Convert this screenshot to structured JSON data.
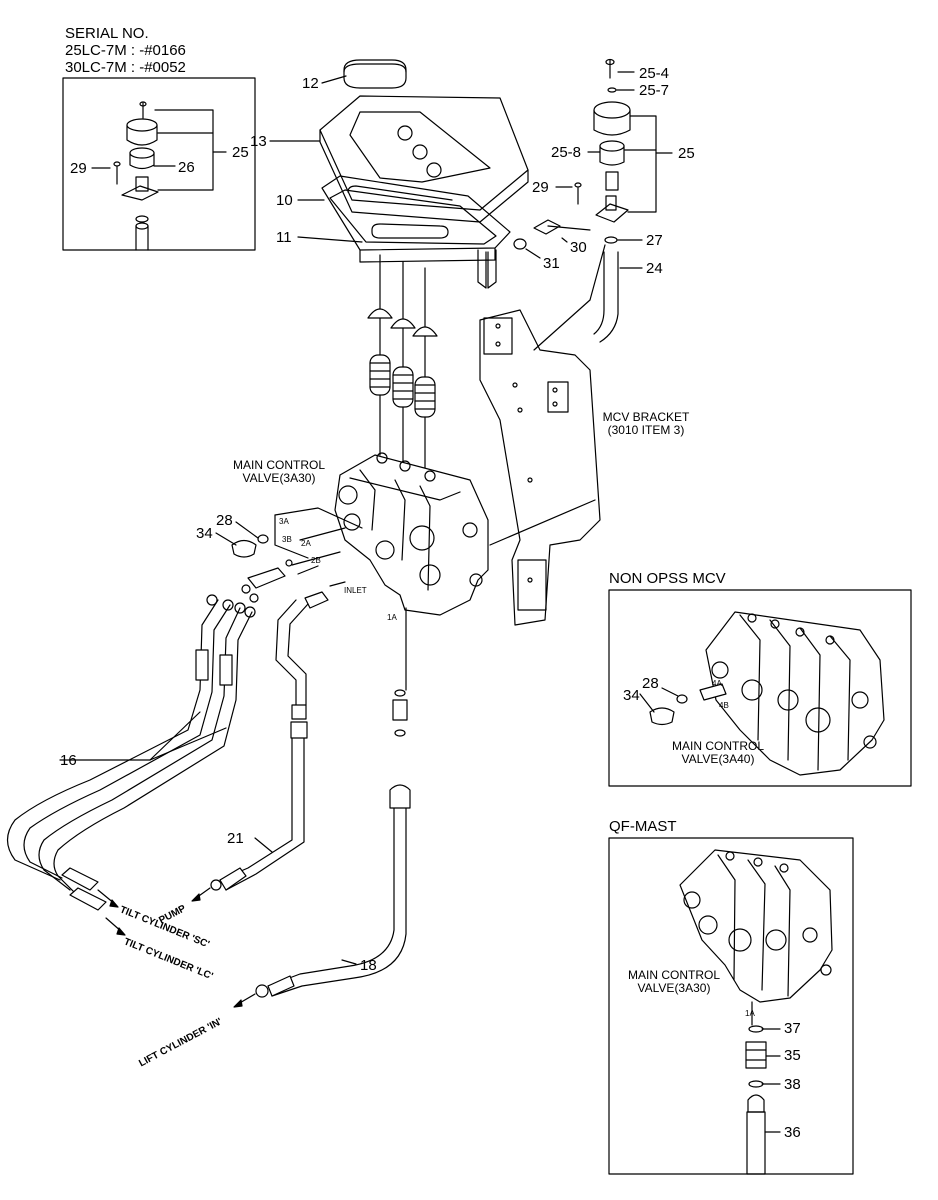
{
  "serial": {
    "heading": "SERIAL NO.",
    "line1": "25LC-7M : -#0166",
    "line2": "30LC-7M : -#0052"
  },
  "callouts": {
    "c12": "12",
    "c13": "13",
    "c10": "10",
    "c11": "11",
    "c25_4": "25-4",
    "c25_7": "25-7",
    "c25_8": "25-8",
    "c25": "25",
    "c29": "29",
    "c30": "30",
    "c27": "27",
    "c24": "24",
    "c31": "31",
    "c28": "28",
    "c34": "34",
    "c16": "16",
    "c21": "21",
    "c18": "18",
    "inset_c29": "29",
    "inset_c26": "26",
    "inset_c25": "25",
    "nonopss_c28": "28",
    "nonopss_c34": "34",
    "qf_c37": "37",
    "qf_c35": "35",
    "qf_c38": "38",
    "qf_c36": "36"
  },
  "labels": {
    "main_valve_l1": "MAIN CONTROL",
    "main_valve_l2": "VALVE(3A30)",
    "mcv_bracket_l1": "MCV BRACKET",
    "mcv_bracket_l2": "(3010 ITEM 3)",
    "port_3a": "3A",
    "port_3b": "3B",
    "port_2a": "2A",
    "port_2b": "2B",
    "port_inlet": "INLET",
    "port_1a": "1A",
    "hose_tilt_sc": "TILT CYLINDER 'SC'",
    "hose_tilt_lc": "TILT CYLINDER 'LC'",
    "hose_pump": "PUMP",
    "hose_lift": "LIFT CYLINDER 'IN'"
  },
  "non_opss": {
    "title": "NON OPSS MCV",
    "valve_l1": "MAIN CONTROL",
    "valve_l2": "VALVE(3A40)",
    "port_4a": "4A",
    "port_4b": "4B"
  },
  "qf_mast": {
    "title": "QF-MAST",
    "valve_l1": "MAIN CONTROL",
    "valve_l2": "VALVE(3A30)",
    "port_1a": "1A"
  }
}
